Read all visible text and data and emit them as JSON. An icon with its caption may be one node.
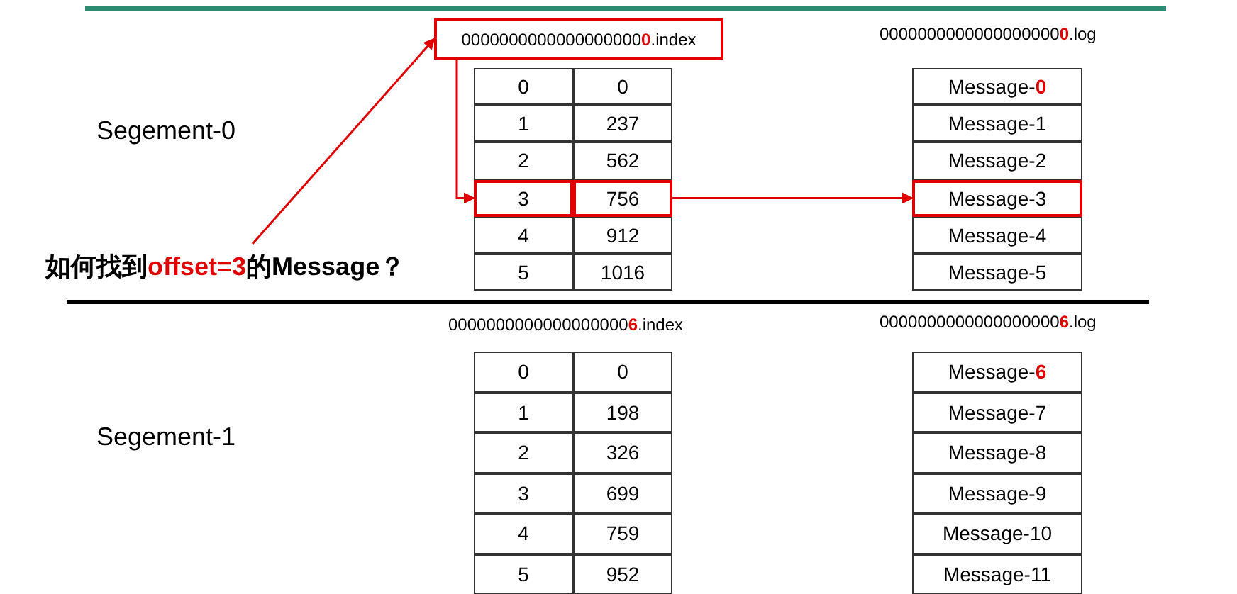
{
  "diagram": {
    "nodes": [
      {
        "text": [
          "0000000000000000000**0**.index"
        ]
      },
      {
        "text": [
          "如何找到**offset=3**的Message？"
        ]
      },
      {
        "text": [
          "0"
        ]
      },
      {
        "text": [
          "0"
        ]
      },
      {
        "text": [
          "1"
        ]
      },
      {
        "text": [
          "237"
        ]
      },
      {
        "text": [
          "2"
        ]
      },
      {
        "text": [
          "562"
        ]
      },
      {
        "text": [
          "3"
        ]
      },
      {
        "text": [
          "756"
        ]
      },
      {
        "text": [
          "4"
        ]
      },
      {
        "text": [
          "912"
        ]
      },
      {
        "text": [
          "5"
        ]
      },
      {
        "text": [
          "1016"
        ]
      },
      {
        "text": [
          "Message-**0**"
        ]
      },
      {
        "text": [
          "Message-1"
        ]
      },
      {
        "text": [
          "Message-2"
        ]
      },
      {
        "text": [
          "Message-3"
        ]
      },
      {
        "text": [
          "Message-4"
        ]
      },
      {
        "text": [
          "Message-5"
        ]
      },
      {
        "text": [
          "0"
        ]
      },
      {
        "text": [
          "0"
        ]
      },
      {
        "text": [
          "1"
        ]
      },
      {
        "text": [
          "198"
        ]
      },
      {
        "text": [
          "2"
        ]
      },
      {
        "text": [
          "326"
        ]
      },
      {
        "text": [
          "3"
        ]
      },
      {
        "text": [
          "699"
        ]
      },
      {
        "text": [
          "4"
        ]
      },
      {
        "text": [
          "759"
        ]
      },
      {
        "text": [
          "5"
        ]
      },
      {
        "text": [
          "952"
        ]
      },
      {
        "text": [
          "Message-**6**"
        ]
      },
      {
        "text": [
          "Message-7"
        ]
      },
      {
        "text": [
          "Message-8"
        ]
      },
      {
        "text": [
          "Message-9"
        ]
      },
      {
        "text": [
          "Message-10"
        ]
      },
      {
        "text": [
          "Message-11"
        ]
      }
    ],
    "edges": [
      {
        "from": 1,
        "to": 0,
        "arrow": "to"
      },
      {
        "from": 0,
        "to": 8,
        "arrow": "to"
      },
      {
        "from": 9,
        "to": 17,
        "arrow": "to"
      }
    ],
    "labels": [
      "0000000000000000000**0**.log",
      "Segement-0",
      "0000000000000000000**6**.index",
      "0000000000000000000**6**.log",
      "Segement-1"
    ]
  }
}
